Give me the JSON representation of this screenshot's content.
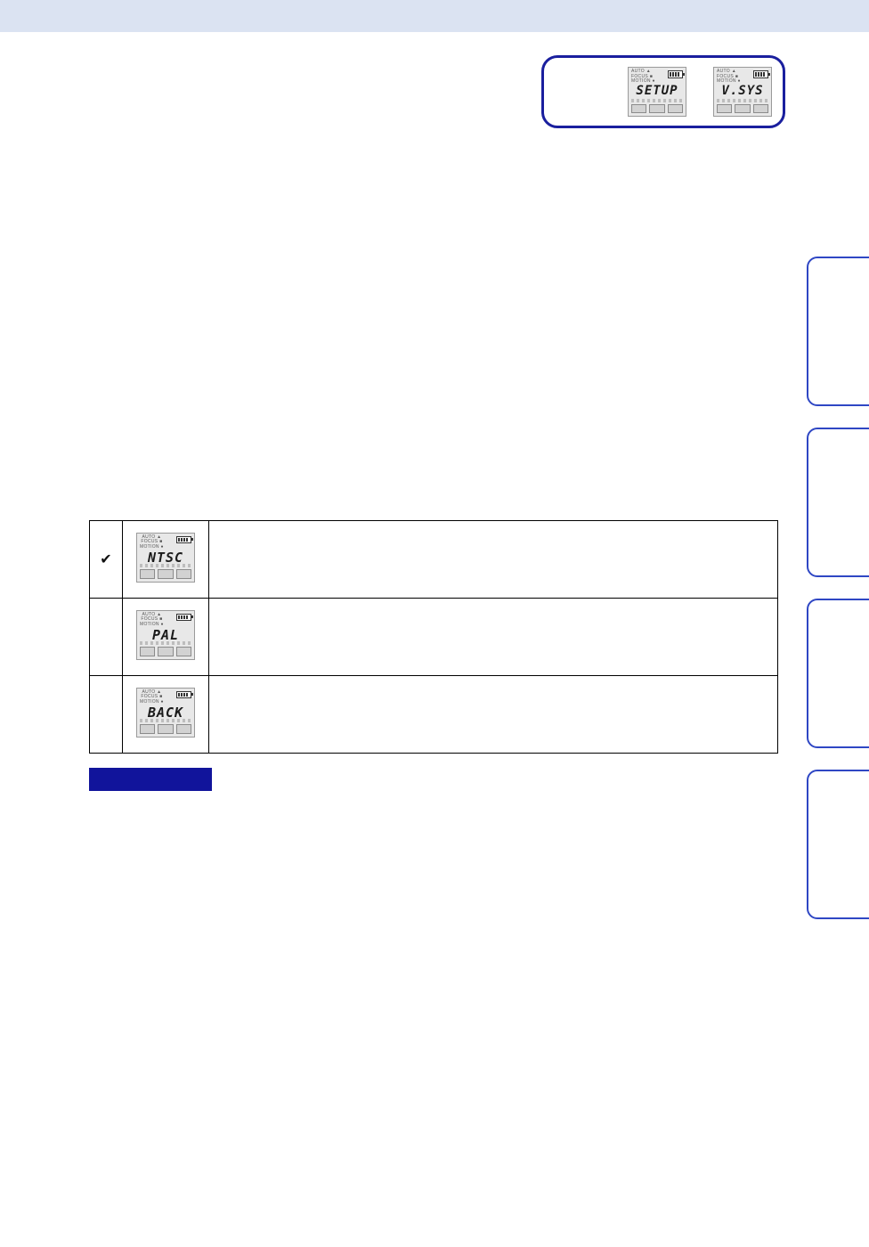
{
  "page": {
    "top_band_color": "#dbe3f2",
    "accent_blue": "#1a1f9e",
    "tab_border_color": "#2f47c4"
  },
  "nav_capsule": {
    "name": "menu-path-indicator",
    "displays": [
      {
        "word": "SETUP",
        "icons_left": "AUTO\nFOCUS\nMOTION",
        "battery": "full"
      },
      {
        "word": "V.SYS",
        "icons_left": "AUTO\nFOCUS\nMOTION",
        "battery": "full"
      }
    ]
  },
  "table": {
    "name": "video-system-options-table",
    "rows": [
      {
        "selected": true,
        "check_glyph": "✔",
        "display_word": "NTSC",
        "description": ""
      },
      {
        "selected": false,
        "check_glyph": "",
        "display_word": "PAL",
        "description": ""
      },
      {
        "selected": false,
        "check_glyph": "",
        "display_word": "BACK",
        "description": ""
      }
    ]
  },
  "blue_block": {
    "label": ""
  },
  "side_tabs": [
    {
      "label": ""
    },
    {
      "label": ""
    },
    {
      "label": ""
    },
    {
      "label": ""
    }
  ]
}
